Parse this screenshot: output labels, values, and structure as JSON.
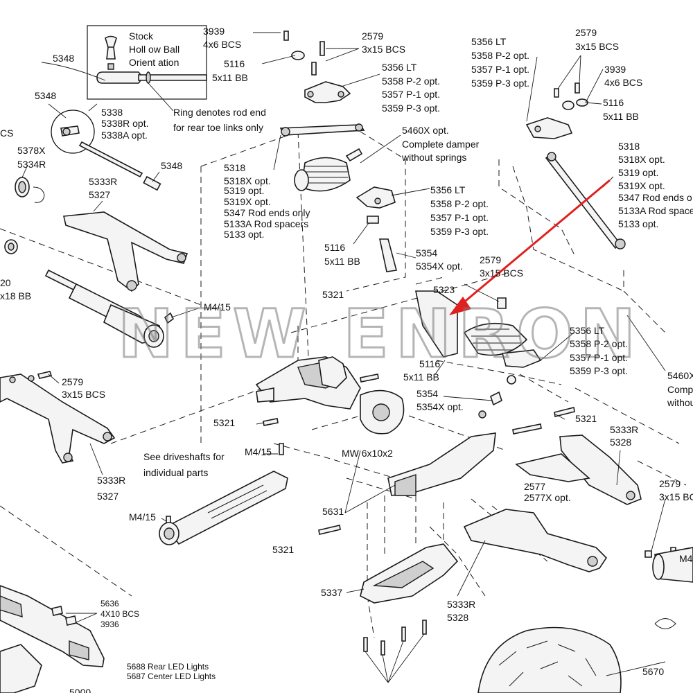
{
  "watermark": "NEW ENRON",
  "inset_box": {
    "lines": [
      "Stock",
      "Holl ow Ball",
      "Orient ation"
    ],
    "note_lines": [
      "Ring denotes rod end",
      "for rear toe links only"
    ]
  },
  "labels": {
    "l3939a": "3939",
    "l4x6a": "4x6 BCS",
    "l2579a": "2579",
    "l3x15a": "3x15 BCS",
    "l5116a": "5116",
    "l5x11a": "5x11 BB",
    "l5356a": "5356   LT",
    "l5358a": "5358 P-2 opt.",
    "l5357a": "5357 P-1 opt.",
    "l5359a": "5359 P-3 opt.",
    "l5460a": "5460X opt.",
    "l5460b": "Complete damper",
    "l5460c": "without springs",
    "l5318a": "5318",
    "l5318b": "5318X opt.",
    "l5319a": "5319 opt.",
    "l5319b": "5319X opt.",
    "l5347a": "5347 Rod ends only",
    "l5133aa": "5133A Rod spacers",
    "l5133a": "5133 opt.",
    "l5356b": "5356   LT",
    "l5358b": "5358 P-2 opt.",
    "l5357b": "5357 P-1 opt.",
    "l5359b": "5359 P-3 opt.",
    "l5116b": "5116",
    "l5x11b": "5x11 BB",
    "l5354a": "5354",
    "l5354xa": "5354X opt.",
    "l5356c": "5356   LT",
    "l5358c": "5358 P-2 opt.",
    "l5357c": "5357 P-1 opt.",
    "l5359c": "5359 P-3 opt.",
    "l2579b": "2579",
    "l3x15b": "3x15 BCS",
    "l3939b": "3939",
    "l4x6b": "4x6 BCS",
    "l5116c": "5116",
    "l5x11c": "5x11 BB",
    "l5318r": "5318",
    "l5318xr": "5318X opt.",
    "l5319r": "5319 opt.",
    "l5319xr": "5319X opt.",
    "l5347r": "5347 Rod ends o",
    "l5133ar": "5133A Rod space",
    "l5133r": "5133 opt.",
    "l5348a": "5348",
    "l5348b": "5348",
    "l5348c": "5348",
    "l5338a": "5338",
    "l5338b": "5338R opt.",
    "l5338c": "5338A opt.",
    "lBCS": "CS",
    "l5378": "5378X",
    "l5334": "5334R",
    "l5333a": "5333R",
    "l5327a": "5327",
    "l20": "20",
    "l18BB": "x18 BB",
    "lM4a": "M4/15",
    "l2579c": "2579",
    "l3x15c": "3x15 BCS",
    "l5333b": "5333R",
    "l5327b": "5327",
    "l5321a": "5321",
    "l5321b": "5321",
    "l5321c": "5321",
    "l5321d": "5321",
    "l5323": "5323",
    "l2579d": "2579",
    "l3x15d": "3x15 BCS",
    "l5116d": "5116",
    "l5x11d": "5x11 BB",
    "l5354b": "5354",
    "l5354xb": "5354X opt.",
    "lMW": "MW 6x10x2",
    "lM4b": "M4/15",
    "lSee1": "See driveshafts for",
    "lSee2": "individual parts",
    "lM4c": "M4/15",
    "l5631": "5631",
    "l5460r1": "5460X",
    "l5460r2": "Comp",
    "l5460r3": "withou",
    "l5333c": "5333R",
    "l5328a": "5328",
    "l2577": "2577",
    "l2577x": "2577X opt.",
    "l2579e": "2579",
    "l3x15e": "3x15 BC",
    "lM4d": "M4",
    "l5337": "5337",
    "l5333d": "5333R",
    "l5328b": "5328",
    "l5636": "5636",
    "l4X10": "4X10 BCS",
    "l3936": "3936",
    "l5688": "5688 Rear LED Lights",
    "l5687": "5687 Center LED Lights",
    "l5670": "5670",
    "l5000": "5000"
  },
  "colors": {
    "ink": "#111111",
    "arrow": "#e0201e",
    "watermark": "#7a7a7a"
  }
}
